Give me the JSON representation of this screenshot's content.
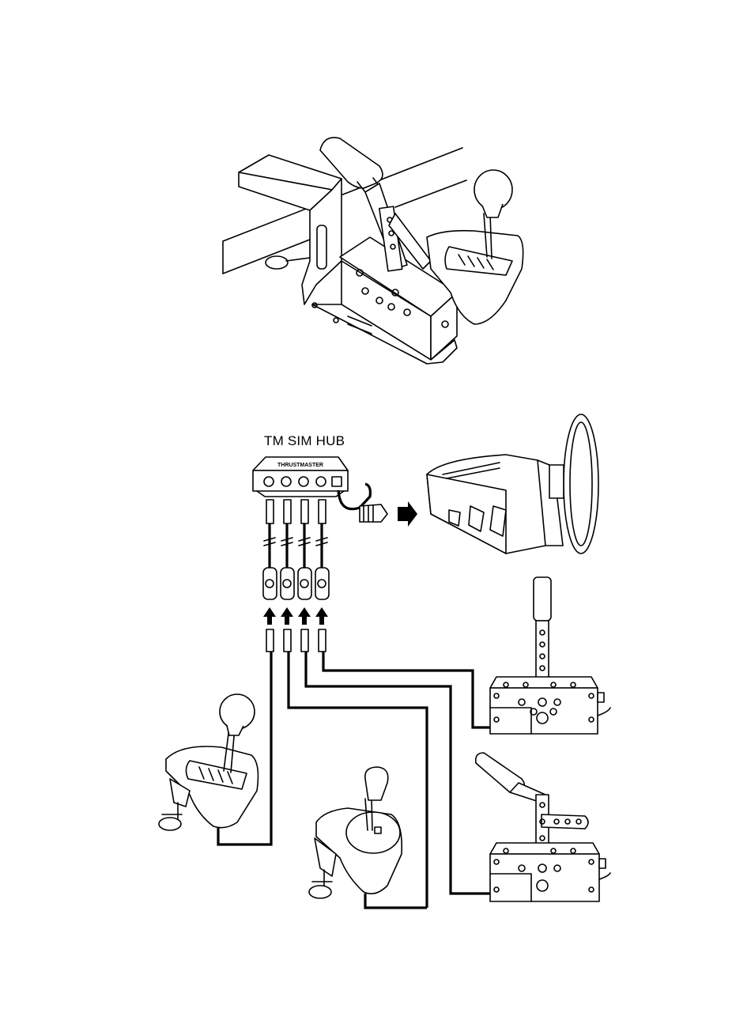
{
  "hub": {
    "title": "TM SIM HUB",
    "brand": "THRUSTMASTER"
  },
  "icons": {
    "clamped_assembly": "handbrake-and-shifter-clamped-to-rig",
    "hub": "usb-hub-icon",
    "wheel_base": "racing-wheel-base-icon",
    "h_shifter": "h-pattern-shifter-icon",
    "sequential_shifter": "sequential-shifter-icon",
    "handbrake": "handbrake-icon",
    "sequential_lever": "sequential-lever-icon"
  },
  "colors": {
    "line": "#000000",
    "background": "#ffffff"
  }
}
